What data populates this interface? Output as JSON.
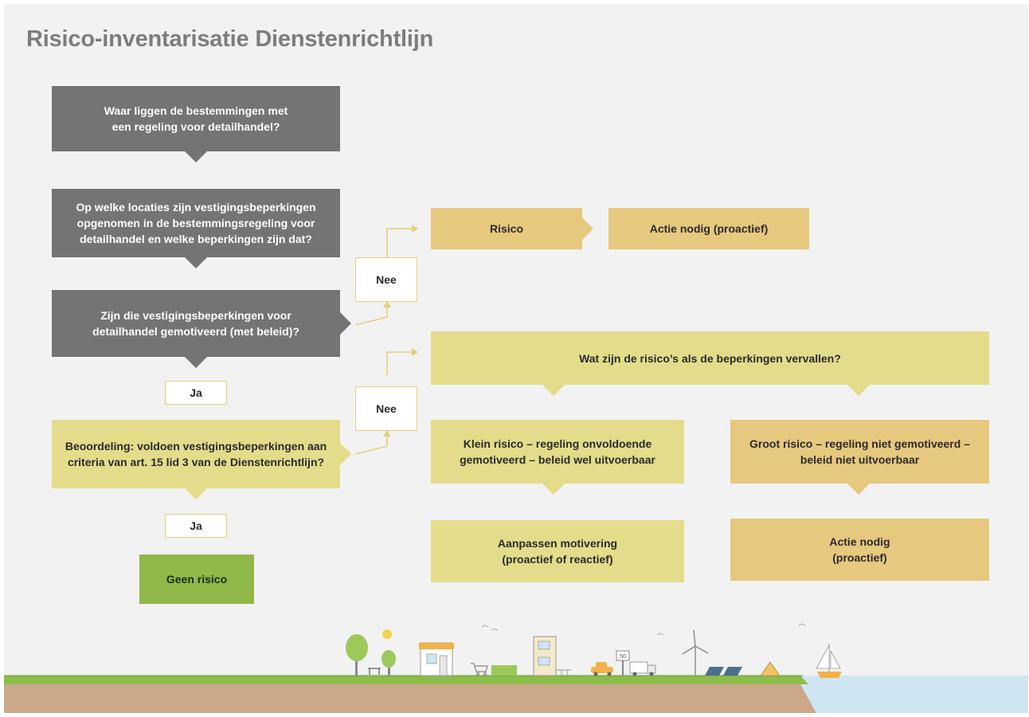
{
  "title": "Risico-inventarisatie Dienstenrichtlijn",
  "colors": {
    "dark": "#727476",
    "yellow": "#e3dc8a",
    "orange": "#e6c87e",
    "green": "#8fb848",
    "connector": "#e3cf7a",
    "grass": "#8cbc4a",
    "soil": "#cba889",
    "water": "#cfe6f2"
  },
  "steps": {
    "q1": "Waar liggen de bestemmingen met een regeling voor detailhandel?",
    "q2": "Op welke locaties zijn vestigingsbeperkingen opgenomen in de bestemmingsregeling voor detailhandel en welke beperkingen zijn dat?",
    "q3": "Zijn die vestigingsbeperkingen voor detailhandel gemotiveerd (met beleid)?",
    "q4": "Beoordeling: voldoen vestigingsbeperkingen aan criteria van art. 15 lid 3 van de Dienstenrichtlijn?",
    "geen_risico": "Geen risico"
  },
  "labels": {
    "nee1": "Nee",
    "nee2": "Nee",
    "ja1": "Ja",
    "ja2": "Ja"
  },
  "outcomes": {
    "risico": "Risico",
    "actie_nodig_top": "Actie nodig (proactief)",
    "vraag_risicos": "Wat zijn de risico’s als de beperkingen vervallen?",
    "klein_risico": "Klein risico – regeling onvoldoende gemotiveerd – beleid wel uitvoerbaar",
    "groot_risico": "Groot risico – regeling niet gemotiveerd – beleid niet uitvoerbaar",
    "aanpassen": "Aanpassen motivering (proactief of reactief)",
    "actie_nodig_bottom": "Actie nodig (proactief)"
  },
  "illustration": {
    "speed_sign": "50",
    "icons": [
      "tree-icon",
      "sun-icon",
      "bench-icon",
      "shop-icon",
      "shopping-cart-icon",
      "hedge-icon",
      "building-icon",
      "car-icon",
      "speed-sign-icon",
      "truck-icon",
      "wind-turbine-icon",
      "solar-panel-icon",
      "tent-icon",
      "sailboat-icon",
      "bird-icon"
    ]
  }
}
